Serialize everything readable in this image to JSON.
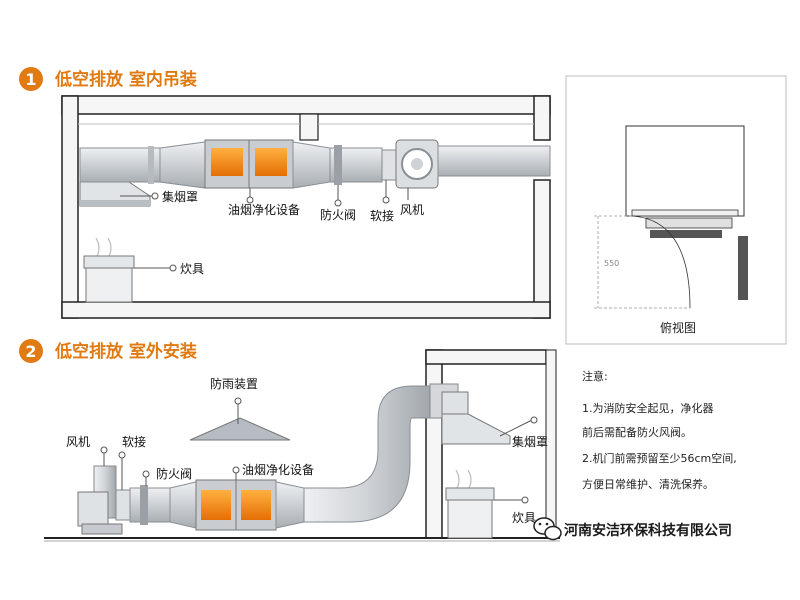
{
  "sections": [
    {
      "number": "1",
      "title": "低空排放 室内吊装"
    },
    {
      "number": "2",
      "title": "低空排放 室外安装"
    }
  ],
  "labels_indoor": {
    "hood": "集烟罩",
    "purifier": "油烟净化设备",
    "fire_valve": "防火阀",
    "soft_joint": "软接",
    "fan": "风机",
    "stove": "炊具"
  },
  "labels_outdoor": {
    "rain_cover": "防雨装置",
    "fan": "风机",
    "soft_joint": "软接",
    "fire_valve": "防火阀",
    "purifier": "油烟净化设备",
    "hood": "集烟罩",
    "stove": "炊具"
  },
  "plan_view": {
    "title": "俯视图",
    "dimension": "550"
  },
  "notes": {
    "heading": "注意:",
    "line1": "1.为消防安全起见，净化器",
    "line2": "前后需配备防火风阀。",
    "line3": "2.机门前需预留至少56cm空间,",
    "line4": "方便日常维护、清洗保养。"
  },
  "watermark": "河南安洁环保科技有限公司",
  "colors": {
    "accent": "#e07a12",
    "panel_orange": "#f08a10",
    "duct": "#d0d4d8",
    "wall": "#f4f4f4"
  },
  "icons": [
    "wechat-icon"
  ]
}
